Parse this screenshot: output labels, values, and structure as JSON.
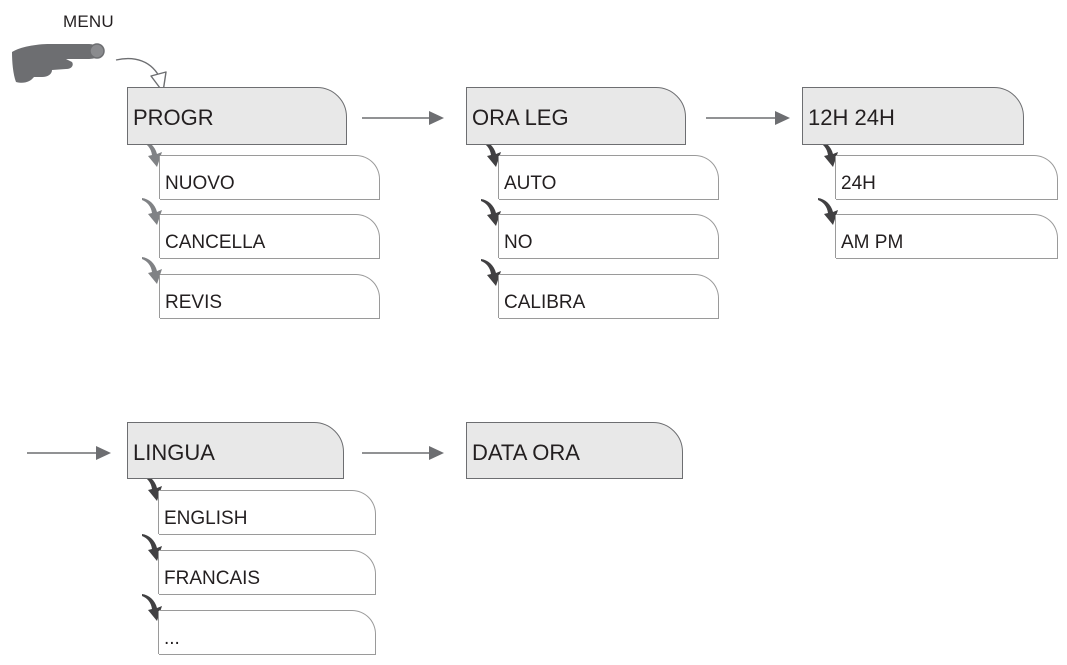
{
  "menu": {
    "label": "MENU"
  },
  "groups": [
    {
      "title": "PROGR",
      "items": [
        "NUOVO",
        "CANCELLA",
        "REVIS"
      ]
    },
    {
      "title": "ORA LEG",
      "items": [
        "AUTO",
        "NO",
        "CALIBRA"
      ]
    },
    {
      "title": "12H 24H",
      "items": [
        "24H",
        "AM PM"
      ]
    },
    {
      "title": "LINGUA",
      "items": [
        "ENGLISH",
        "FRANCAIS",
        "..."
      ]
    },
    {
      "title": "DATA ORA",
      "items": []
    }
  ],
  "colors": {
    "header_fill": "#e8e8e8",
    "box_stroke": "#6d6e71",
    "arrow": "#6d6e71",
    "pointer_first_group": "#808285",
    "pointer_dark": "#414042",
    "hand": "#6d6e71"
  }
}
